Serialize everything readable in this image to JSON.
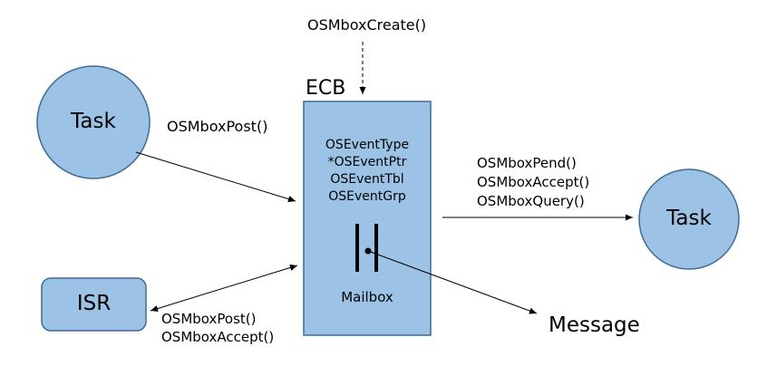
{
  "colors": {
    "fill": "#9cc3e6",
    "stroke": "#3f6c96",
    "line": "#000000"
  },
  "top_call": "OSMboxCreate()",
  "ecb": {
    "title": "ECB",
    "fields": [
      "OSEventType",
      "*OSEventPtr",
      "OSEventTbl",
      "OSEventGrp"
    ],
    "mailbox_label": "Mailbox"
  },
  "task_left": {
    "label": "Task",
    "call": "OSMboxPost()"
  },
  "isr": {
    "label": "ISR",
    "calls": [
      "OSMboxPost()",
      "OSMboxAccept()"
    ]
  },
  "task_right": {
    "label": "Task",
    "calls": [
      "OSMboxPend()",
      "OSMboxAccept()",
      "OSMboxQuery()"
    ]
  },
  "message_label": "Message"
}
